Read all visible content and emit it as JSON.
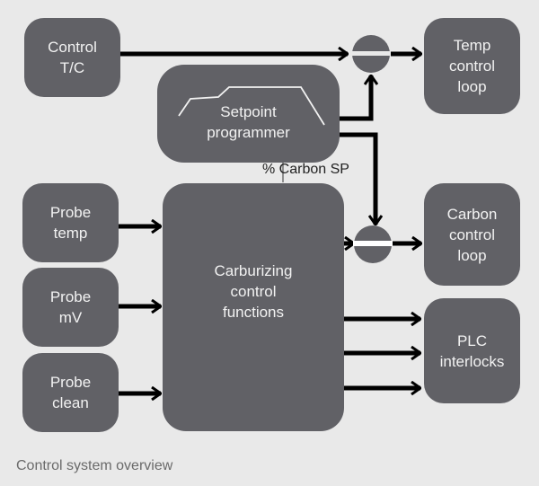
{
  "diagram": {
    "caption": "Control system overview",
    "colors": {
      "background": "#e9e9e9",
      "block_fill": "#616166",
      "block_text": "#f2f2f2",
      "connector": "#000000",
      "caption_text": "#6a6a6a"
    },
    "blocks": {
      "control_tc": "Control\nT/C",
      "setpoint_programmer": "Setpoint\nprogrammer",
      "temp_control_loop": "Temp\ncontrol\nloop",
      "probe_temp": "Probe\ntemp",
      "probe_mv": "Probe\nmV",
      "probe_clean": "Probe\nclean",
      "carburizing_control": "Carburizing\ncontrol\nfunctions",
      "carbon_control_loop": "Carbon\ncontrol\nloop",
      "plc_interlocks": "PLC\ninterlocks"
    },
    "labels": {
      "carbon_sp": "% Carbon SP"
    },
    "connections": [
      {
        "from": "Control T/C",
        "to": "Temp summing junction"
      },
      {
        "from": "Setpoint programmer",
        "to": "Temp summing junction"
      },
      {
        "from": "Temp summing junction",
        "to": "Temp control loop"
      },
      {
        "from": "Setpoint programmer",
        "to": "Carbon summing junction",
        "label": "% Carbon SP"
      },
      {
        "from": "Carburizing control functions",
        "to": "Carbon summing junction"
      },
      {
        "from": "Carbon summing junction",
        "to": "Carbon control loop"
      },
      {
        "from": "Probe temp",
        "to": "Carburizing control functions"
      },
      {
        "from": "Probe mV",
        "to": "Carburizing control functions"
      },
      {
        "from": "Probe clean",
        "to": "Carburizing control functions"
      },
      {
        "from": "Carburizing control functions",
        "to": "PLC interlocks",
        "count": 3
      }
    ]
  }
}
